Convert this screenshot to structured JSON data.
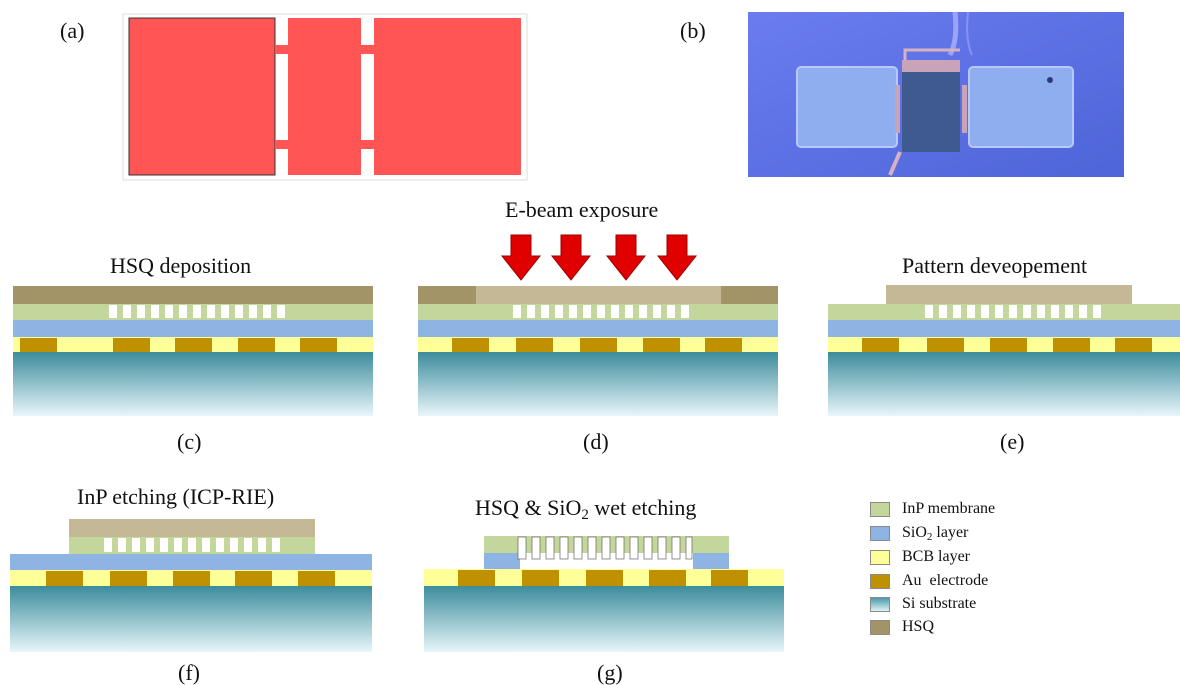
{
  "panels": {
    "a": "(a)",
    "b": "(b)",
    "c": "(c)",
    "d": "(d)",
    "e": "(e)",
    "f": "(f)",
    "g": "(g)"
  },
  "titles": {
    "c": "HSQ deposition",
    "d": "E-beam exposure",
    "e": "Pattern deveopement",
    "f": "InP etching (ICP-RIE)",
    "g_pre": "HSQ & SiO",
    "g_sub": "2",
    "g_post": " wet etching"
  },
  "legend": [
    {
      "key": "inp",
      "label": "InP membrane",
      "sub": "",
      "after": "",
      "color": "#c3d69b"
    },
    {
      "key": "sio2",
      "label": "SiO",
      "sub": "2",
      "after": " layer",
      "color": "#8eb4e3"
    },
    {
      "key": "bcb",
      "label": "BCB layer",
      "sub": "",
      "after": "",
      "color": "#ffff99"
    },
    {
      "key": "au",
      "label": "Au  electrode",
      "sub": "",
      "after": "",
      "color": "#bf9000"
    },
    {
      "key": "si",
      "label": "Si substrate",
      "sub": "",
      "after": "",
      "color": "#5fa8b8"
    },
    {
      "key": "hsq",
      "label": "HSQ",
      "sub": "",
      "after": "",
      "color": "#a39467"
    }
  ],
  "colors": {
    "design_pattern": "#ff5555",
    "micrograph_bg": "#5b73e6",
    "arrow": "#e00000",
    "hsq_exposed": "#c4b896"
  }
}
